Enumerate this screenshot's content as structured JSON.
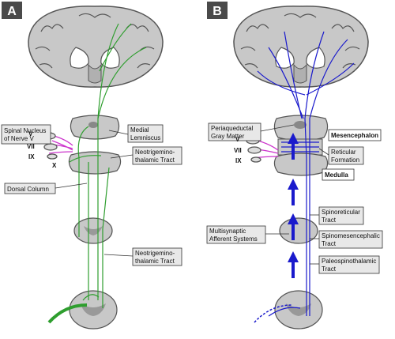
{
  "panels": {
    "a": "A",
    "b": "B"
  },
  "left_labels": {
    "spinal_nucleus": [
      "Spinal Nucleus",
      "of Nerve V"
    ],
    "medial_lemniscus": [
      "Medial",
      "Lemniscus"
    ],
    "neotrigemino_upper": [
      "Neotrigemino-",
      "thalamic Tract"
    ],
    "dorsal_column": "Dorsal Column",
    "neotrigemino_lower": [
      "Neotrigemino-",
      "thalamic Tract"
    ],
    "nerve_v": "V",
    "nerve_vii": "VII",
    "nerve_ix": "IX",
    "nerve_x": "X"
  },
  "right_labels": {
    "periaqueductal": [
      "Periaqueductal",
      "Gray Matter"
    ],
    "mesencephalon": "Mesencephalon",
    "reticular": [
      "Reticular",
      "Formation"
    ],
    "medulla": "Medulla",
    "spinoreticular": [
      "Spinoreticular",
      "Tract"
    ],
    "multisynaptic": [
      "Multisynaptic",
      "Afferent Systems"
    ],
    "spinomesencephalic": [
      "Spinomesencephalic",
      "Tract"
    ],
    "paleospinothalamic": [
      "Paleospinothalamic",
      "Tract"
    ],
    "nerve_v": "V",
    "nerve_vii": "VII",
    "nerve_ix": "IX"
  },
  "colors": {
    "green_tract": "#2e9e2e",
    "blue_tract": "#1a1acc",
    "magenta_nerve": "#cc33cc",
    "tissue_fill": "#c8c8c8",
    "panel_badge": "#4a4a4a"
  }
}
